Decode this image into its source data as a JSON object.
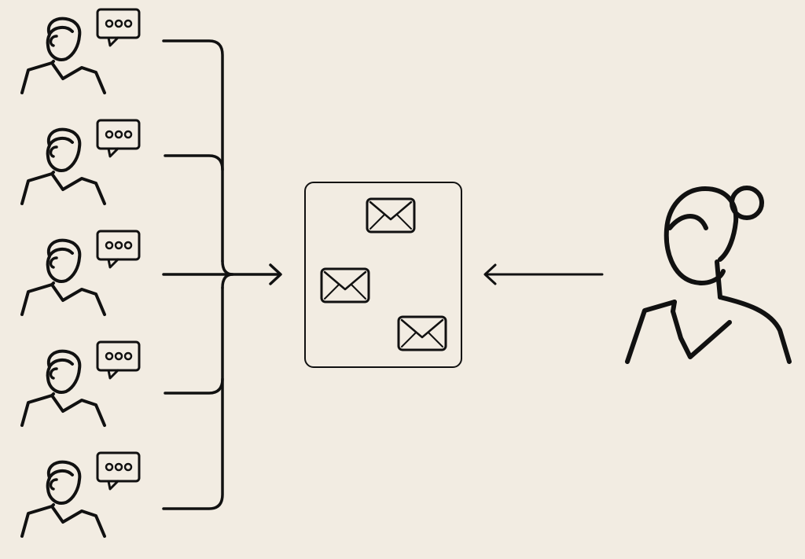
{
  "diagram": {
    "background_color": "#f2ece2",
    "ink_color": "#111111",
    "senders": [
      {
        "icon": "male-person-icon",
        "bubble_icon": "speech-bubble-icon"
      },
      {
        "icon": "male-person-icon",
        "bubble_icon": "speech-bubble-icon"
      },
      {
        "icon": "male-person-icon",
        "bubble_icon": "speech-bubble-icon"
      },
      {
        "icon": "male-person-icon",
        "bubble_icon": "speech-bubble-icon"
      },
      {
        "icon": "male-person-icon",
        "bubble_icon": "speech-bubble-icon"
      }
    ],
    "inbox": {
      "icon": "inbox-box",
      "messages": [
        {
          "icon": "envelope-icon"
        },
        {
          "icon": "envelope-icon"
        },
        {
          "icon": "envelope-icon"
        }
      ]
    },
    "receiver": {
      "icon": "female-person-icon"
    },
    "connectors": [
      {
        "from": "senders",
        "to": "inbox",
        "style": "bracket-merge-arrow"
      },
      {
        "from": "receiver",
        "to": "inbox",
        "style": "arrow"
      }
    ]
  }
}
